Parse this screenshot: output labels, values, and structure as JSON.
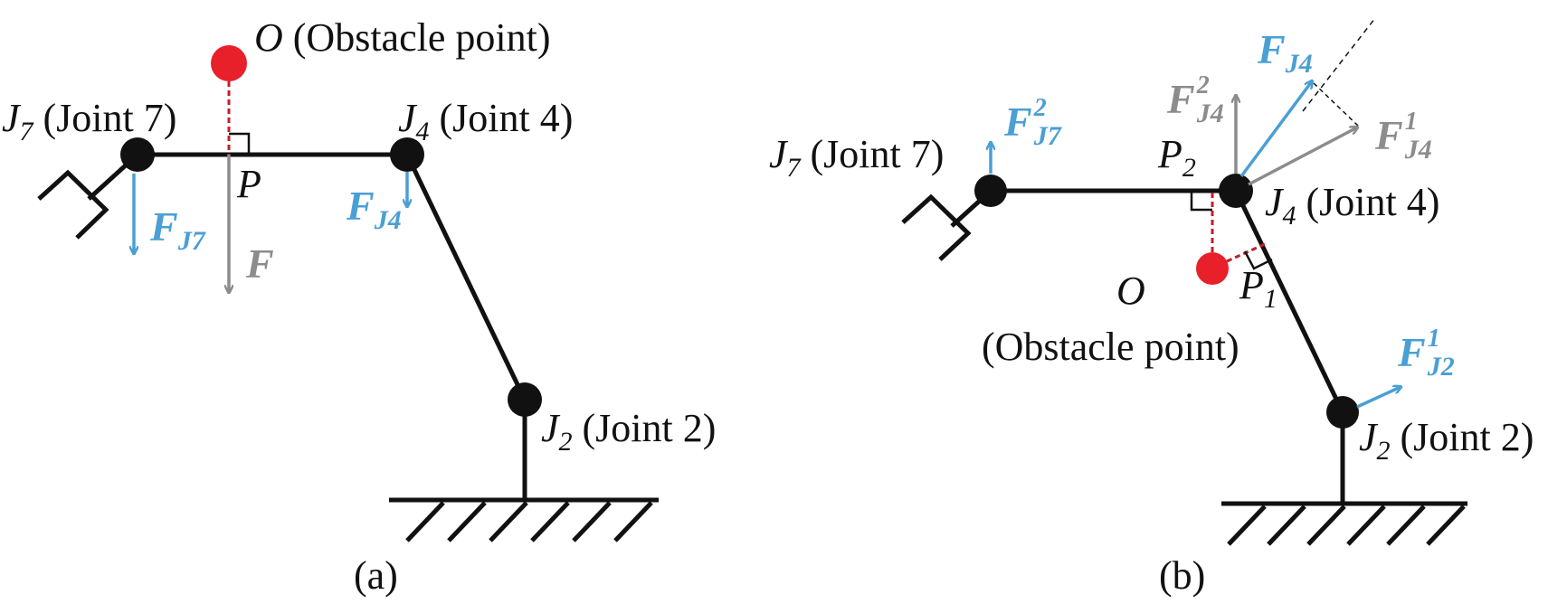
{
  "colors": {
    "link": "#111111",
    "blue_force": "#4a9fd4",
    "gray_force": "#8c8c8c",
    "obstacle": "#e8202a",
    "perpendicular": "#c0202a"
  },
  "panel_a": {
    "caption": "(a)",
    "obstacle": {
      "symbol": "O",
      "text": "(Obstacle point)"
    },
    "joint7": {
      "symbol": "J",
      "sub": "7",
      "text": "(Joint 7)"
    },
    "joint4": {
      "symbol": "J",
      "sub": "4",
      "text": "(Joint 4)"
    },
    "joint2": {
      "symbol": "J",
      "sub": "2",
      "text": "(Joint 2)"
    },
    "point_p": "P",
    "force_j7": {
      "symbol": "F",
      "sub": "J7"
    },
    "force_j4": {
      "symbol": "F",
      "sub": "J4"
    },
    "force": {
      "symbol": "F"
    }
  },
  "panel_b": {
    "caption": "(b)",
    "obstacle": {
      "symbol": "O",
      "text": "(Obstacle point)"
    },
    "joint7": {
      "symbol": "J",
      "sub": "7",
      "text": "(Joint 7)"
    },
    "joint4": {
      "symbol": "J",
      "sub": "4",
      "text": "(Joint 4)"
    },
    "joint2": {
      "symbol": "J",
      "sub": "2",
      "text": "(Joint 2)"
    },
    "point_p1": {
      "symbol": "P",
      "sub": "1"
    },
    "point_p2": {
      "symbol": "P",
      "sub": "2"
    },
    "force_j4": {
      "symbol": "F",
      "sub": "J4"
    },
    "force_j4_1": {
      "symbol": "F",
      "sup": "1",
      "sub": "J4"
    },
    "force_j4_2": {
      "symbol": "F",
      "sup": "2",
      "sub": "J4"
    },
    "force_j7_2": {
      "symbol": "F",
      "sup": "2",
      "sub": "J7"
    },
    "force_j2_1": {
      "symbol": "F",
      "sup": "1",
      "sub": "J2"
    }
  }
}
